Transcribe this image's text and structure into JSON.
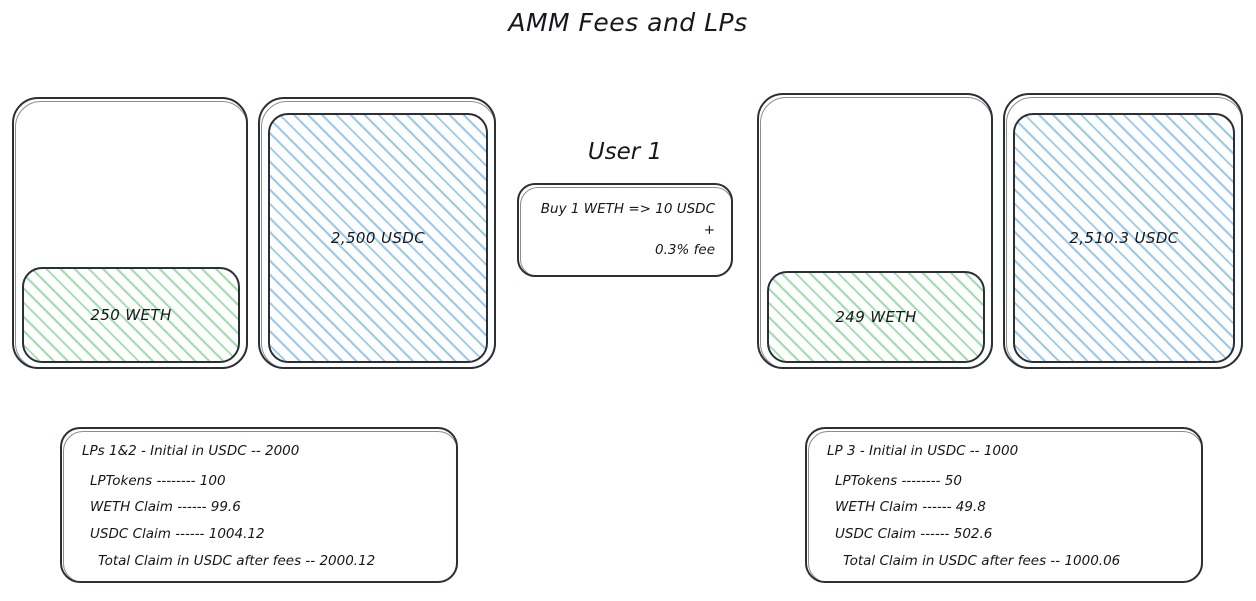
{
  "title": "AMM Fees and LPs",
  "pools": {
    "before": {
      "weth": {
        "label": "250 WETH",
        "token": "WETH",
        "amount": 250
      },
      "usdc": {
        "label": "2,500 USDC",
        "token": "USDC",
        "amount": 2500
      }
    },
    "after": {
      "weth": {
        "label": "249 WETH",
        "token": "WETH",
        "amount": 249
      },
      "usdc": {
        "label": "2,510.3 USDC",
        "token": "USDC",
        "amount": 2510.3
      }
    }
  },
  "user": {
    "heading": "User 1",
    "action": "Buy 1 WETH => 10 USDC +\n0.3% fee"
  },
  "lp_left": {
    "heading": "LPs 1&2 - Initial in USDC -- 2000",
    "lines": [
      "LPTokens -------- 100",
      "WETH Claim ------ 99.6",
      "USDC Claim ------ 1004.12"
    ],
    "total": "Total Claim in USDC after fees -- 2000.12"
  },
  "lp_right": {
    "heading": "LP 3 - Initial in USDC -- 1000",
    "lines": [
      "LPTokens -------- 50",
      "WETH Claim ------ 49.8",
      "USDC Claim ------ 502.6"
    ],
    "total": "Total Claim in USDC after fees -- 1000.06"
  },
  "colors": {
    "stroke": "#2b2f38",
    "weth_hatch": "#7bd68d",
    "usdc_hatch": "#85c2f0",
    "background": "#ffffff",
    "text": "#15171c"
  }
}
